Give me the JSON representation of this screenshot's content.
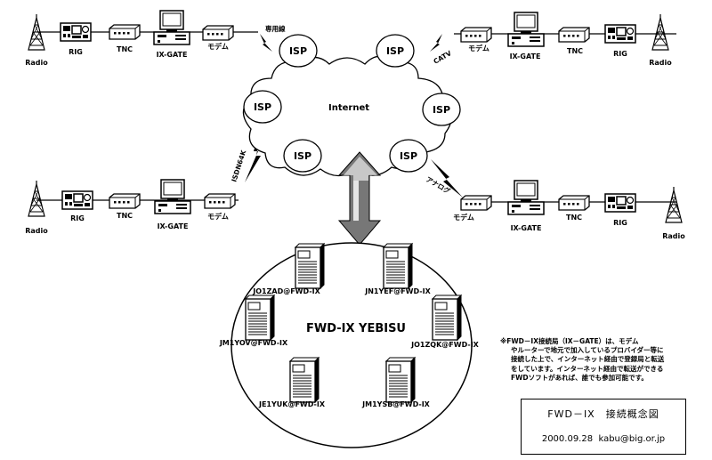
{
  "stations": {
    "top_left": {
      "radio": "Radio",
      "rig": "RIG",
      "tnc": "TNC",
      "gate": "IX-GATE",
      "modem": "モデム"
    },
    "top_right": {
      "radio": "Radio",
      "rig": "RIG",
      "tnc": "TNC",
      "gate": "IX-GATE",
      "modem": "モデム"
    },
    "mid_left": {
      "radio": "Radio",
      "rig": "RIG",
      "tnc": "TNC",
      "gate": "IX-GATE",
      "modem": "モデム"
    },
    "mid_right": {
      "radio": "Radio",
      "rig": "RIG",
      "tnc": "TNC",
      "gate": "IX-GATE",
      "modem": "モデム"
    }
  },
  "links": {
    "leased": "専用線",
    "catv": "CATV",
    "isdn": "ISDN64K",
    "analog": "アナログ"
  },
  "cloud": {
    "label": "Internet",
    "isp_label": "ISP"
  },
  "hub": {
    "title": "FWD-IX YEBISU",
    "nodes": {
      "n1": "JO1ZAD@FWD-IX",
      "n2": "JN1YEF@FWD-IX",
      "n3": "JM1YOV@FWD-IX",
      "n4": "JO1ZQK@FWD-IX",
      "n5": "JE1YUK@FWD-IX",
      "n6": "JM1YSB@FWD-IX"
    }
  },
  "note": {
    "line1": "※FWD－IX接続局（IX－GATE）は、モデム",
    "line2": "やルーターで地元で加入しているプロバイダー等に",
    "line3": "接続した上で、インターネット経由で登録局と転送",
    "line4": "をしています。インターネット経由で転送ができる",
    "line5": "FWDソフトがあれば、誰でも参加可能です。"
  },
  "titlebox": {
    "title": "FWD－IX　接続概念図",
    "date": "2000.09.28",
    "email": "kabu@big.or.jp"
  }
}
